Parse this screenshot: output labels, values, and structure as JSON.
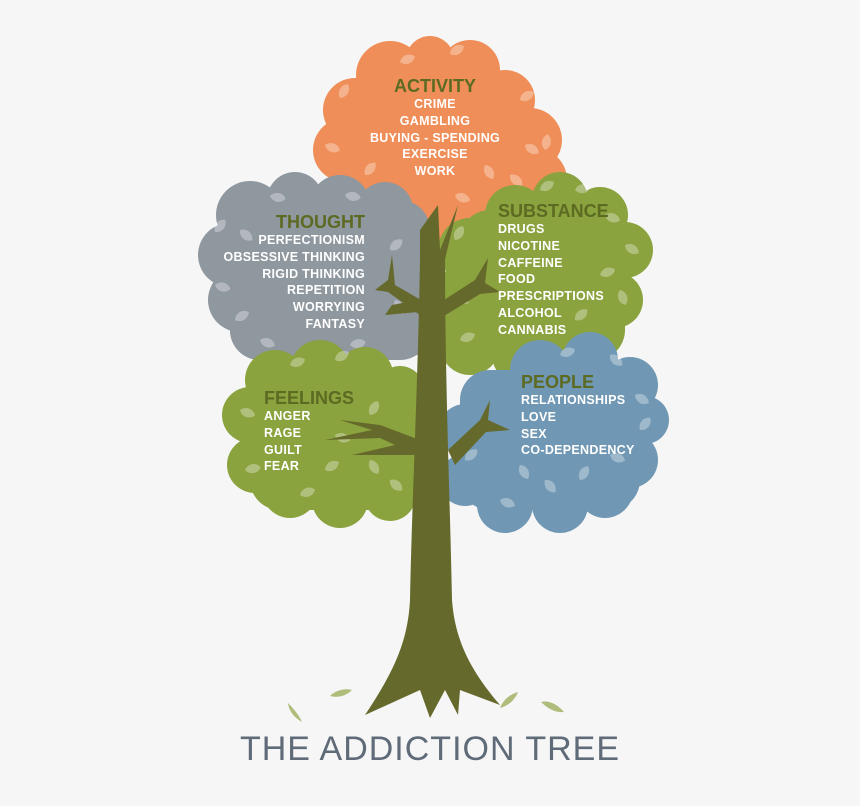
{
  "title": "THE ADDICTION TREE",
  "colors": {
    "background": "#f6f6f6",
    "activity": "#ef8e58",
    "thought": "#8f979f",
    "substance": "#8aa33e",
    "feelings": "#8aa33e",
    "people": "#7098b4",
    "trunk": "#65692b",
    "category_title": "#5c6a22",
    "item_text": "#ffffff",
    "title_text": "#5f6b78",
    "fallen_leaf": "#aebd7a"
  },
  "categories": {
    "activity": {
      "title": "ACTIVITY",
      "items": [
        "CRIME",
        "GAMBLING",
        "BUYING - SPENDING",
        "EXERCISE",
        "WORK"
      ]
    },
    "thought": {
      "title": "THOUGHT",
      "items": [
        "PERFECTIONISM",
        "OBSESSIVE THINKING",
        "RIGID THINKING",
        "REPETITION",
        "WORRYING",
        "FANTASY"
      ]
    },
    "substance": {
      "title": "SUBSTANCE",
      "items": [
        "DRUGS",
        "NICOTINE",
        "CAFFEINE",
        "FOOD",
        "PRESCRIPTIONS",
        "ALCOHOL",
        "CANNABIS"
      ]
    },
    "feelings": {
      "title": "FEELINGS",
      "items": [
        "ANGER",
        "RAGE",
        "GUILT",
        "FEAR"
      ]
    },
    "people": {
      "title": "PEOPLE",
      "items": [
        "RELATIONSHIPS",
        "LOVE",
        "SEX",
        "CO-DEPENDENCY"
      ]
    }
  }
}
